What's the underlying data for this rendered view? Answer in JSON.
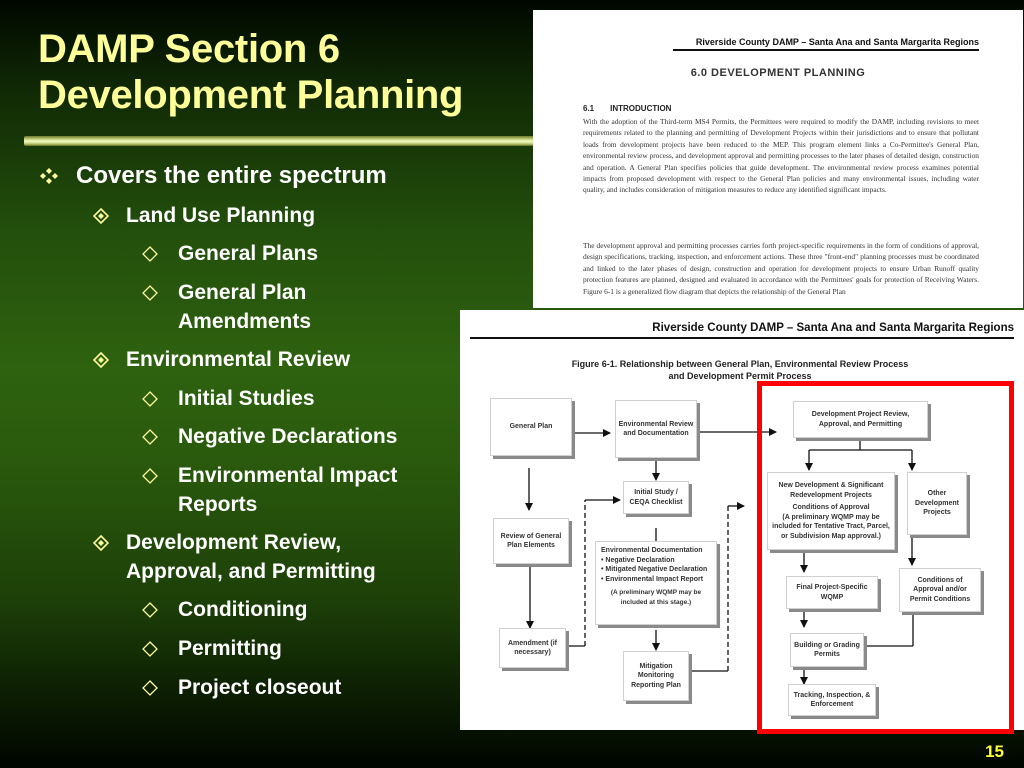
{
  "slide": {
    "title_line1": "DAMP Section 6",
    "title_line2": "Development Planning",
    "page_number": "15",
    "colors": {
      "title": "#ffff99",
      "bullet_text": "#ffffff",
      "highlight_frame": "#ff0000",
      "page_number": "#ffff33"
    }
  },
  "bullets": [
    {
      "level": 1,
      "marker": "four-diamond-bullet",
      "text": "Covers the entire spectrum"
    },
    {
      "level": 2,
      "marker": "dotted-diamond-bullet",
      "text": "Land Use Planning"
    },
    {
      "level": 3,
      "marker": "hollow-diamond-bullet",
      "text": "General Plans"
    },
    {
      "level": 3,
      "marker": "hollow-diamond-bullet",
      "text": "General Plan",
      "text2": "Amendments"
    },
    {
      "level": 2,
      "marker": "dotted-diamond-bullet",
      "text": "Environmental Review"
    },
    {
      "level": 3,
      "marker": "hollow-diamond-bullet",
      "text": "Initial Studies"
    },
    {
      "level": 3,
      "marker": "hollow-diamond-bullet",
      "text": "Negative Declarations"
    },
    {
      "level": 3,
      "marker": "hollow-diamond-bullet",
      "text": "Environmental Impact",
      "text2": "Reports"
    },
    {
      "level": 2,
      "marker": "dotted-diamond-bullet",
      "text": "Development Review,",
      "text2": "Approval, and Permitting"
    },
    {
      "level": 3,
      "marker": "hollow-diamond-bullet",
      "text": "Conditioning"
    },
    {
      "level": 3,
      "marker": "hollow-diamond-bullet",
      "text": "Permitting"
    },
    {
      "level": 3,
      "marker": "hollow-diamond-bullet",
      "text": "Project closeout"
    }
  ],
  "document_page": {
    "header": "Riverside County DAMP – Santa Ana and Santa Margarita Regions",
    "section": "6.0    DEVELOPMENT PLANNING",
    "subsection_num": "6.1",
    "subsection_title": "INTRODUCTION",
    "paragraph1": "With the adoption of the Third-term MS4 Permits, the Permittees were required to modify the DAMP, including revisions to meet requirements related to the planning and permitting of Development Projects within their jurisdictions and to ensure that pollutant loads from development projects have been reduced to the MEP. This program element links a Co-Permittee's General Plan, environmental review process, and development approval and permitting processes to the later phases of detailed design, construction and operation.  A General Plan specifies policies that guide development.  The environmental review process examines potential impacts from proposed development with respect to the General Plan policies and many environmental issues, including water quality, and includes consideration of mitigation measures to reduce any identified significant impacts.",
    "paragraph2": "The development approval and permitting processes carries forth project-specific requirements in the form of conditions of approval, design specifications, tracking, inspection, and enforcement actions. These three \"front-end\" planning processes must be coordinated and linked to the later phases of design, construction and operation for development projects to ensure Urban Runoff quality protection features are planned, designed and evaluated in accordance with the Permittees' goals for protection of Receiving Waters.  Figure 6-1 is a generalized flow diagram that depicts the relationship of the General Plan"
  },
  "figure_page": {
    "header": "Riverside County DAMP – Santa Ana and Santa Margarita Regions",
    "caption_line1": "Figure 6-1. Relationship between General Plan, Environmental Review Process",
    "caption_line2": "and Development Permit Process",
    "boxes": {
      "general_plan": "General Plan",
      "env_review": "Environmental Review and Documentation",
      "initial_study": "Initial Study / CEQA Checklist",
      "review_gp": "Review of General Plan Elements",
      "env_doc_title": "Environmental Documentation",
      "env_doc_items": [
        "• Negative Declaration",
        "• Mitigated Negative Declaration",
        "• Environmental Impact Report"
      ],
      "env_doc_note": "(A preliminary WQMP may be included at this stage.)",
      "amendment": "Amendment (if necessary)",
      "mitigation": "Mitigation Monitoring Reporting Plan",
      "dev_project": "Development Project Review, Approval, and Permitting",
      "new_dev_title": "New Development & Significant Redevelopment Projects",
      "new_dev_sub": "Conditions of Approval",
      "new_dev_note": "(A preliminary WQMP may be included for Tentative Tract, Parcel, or Subdivision Map approval.)",
      "other_dev": "Other Development Projects",
      "final_wqmp": "Final Project-Specific WQMP",
      "conditions": "Conditions of Approval and/or Permit Conditions",
      "building": "Building or Grading Permits",
      "tracking": "Tracking, Inspection, & Enforcement"
    }
  }
}
